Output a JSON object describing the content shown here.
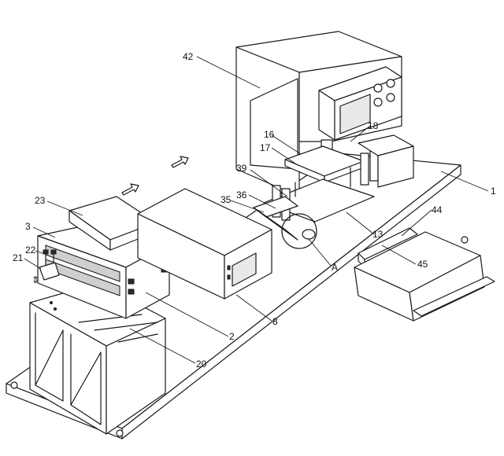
{
  "labels": {
    "l42": "42",
    "l18": "18",
    "l16": "16",
    "l17": "17",
    "l39": "39",
    "l36": "36",
    "l35": "35",
    "l1": "1",
    "l13": "13",
    "l44": "44",
    "l23": "23",
    "l3": "3",
    "l22": "22",
    "l21": "21",
    "l45": "45",
    "lA": "A",
    "l8": "8",
    "l2": "2",
    "l20": "20"
  }
}
